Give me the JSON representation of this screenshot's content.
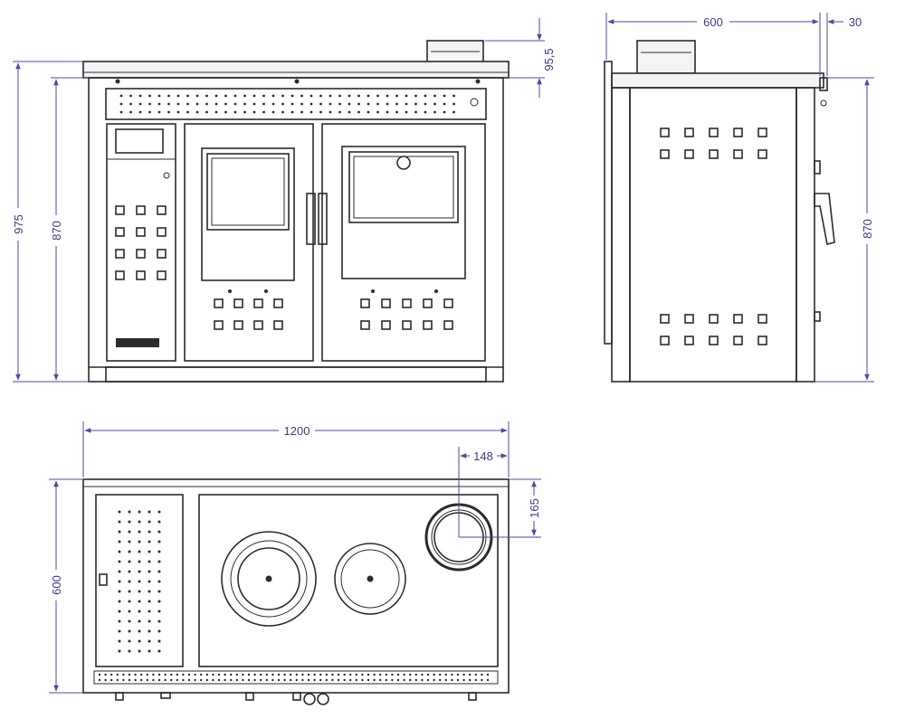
{
  "dimensions": {
    "front_total_height": "975",
    "front_body_height": "870",
    "chimney_height": "95,5",
    "side_depth": "600",
    "side_offset": "30",
    "side_height": "870",
    "top_width": "1200",
    "flue_offset_x": "148",
    "flue_offset_y": "165",
    "top_depth": "600"
  },
  "colors": {
    "line": "#2b2b2b",
    "dimension": "#4a4aa0",
    "background": "#ffffff"
  }
}
